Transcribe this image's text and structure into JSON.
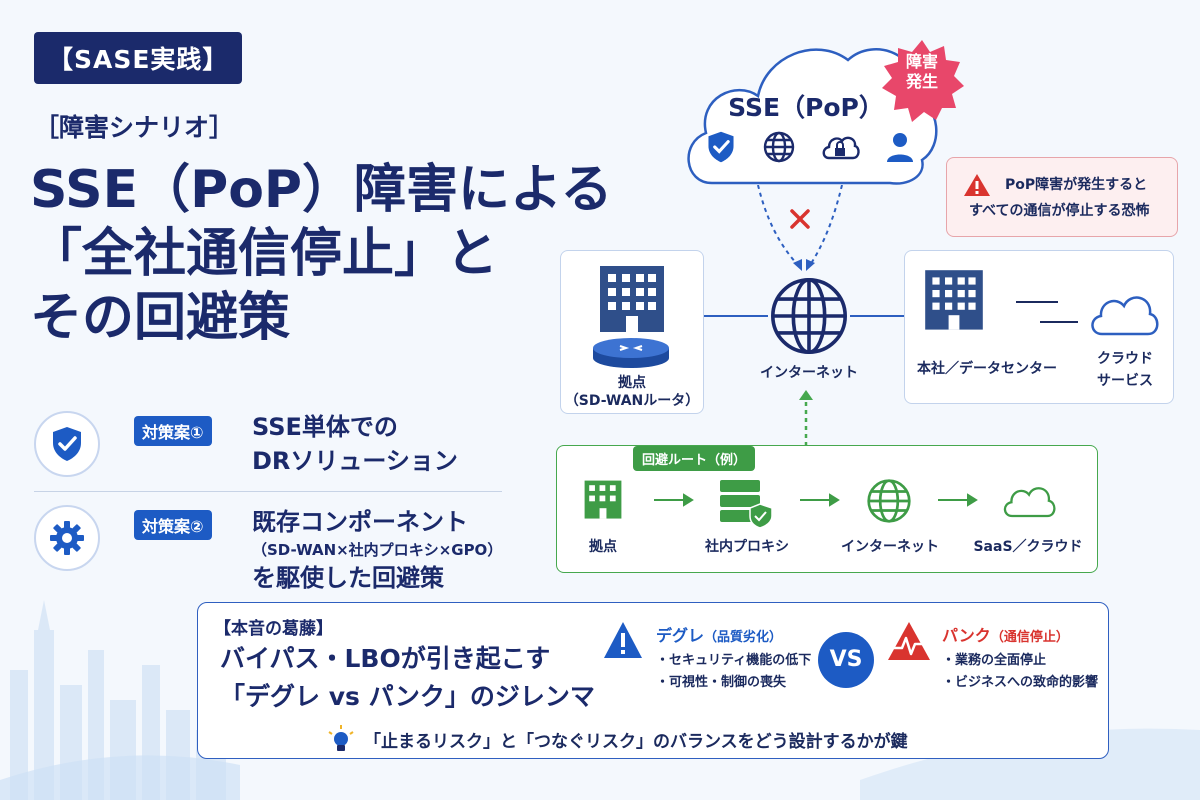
{
  "header": {
    "badge": "【SASE実践】",
    "scenario": "［障害シナリオ］",
    "title_line1": "SSE（PoP）障害による",
    "title_line2": "「全社通信停止」と",
    "title_line3": "その回避策"
  },
  "measures": [
    {
      "tag": "対策案①",
      "line1": "SSE単体での",
      "line2": "DRソリューション",
      "icon": "shield-check-icon"
    },
    {
      "tag": "対策案②",
      "line1": "既存コンポーネント",
      "sub": "（SD-WAN×社内プロキシ×GPO）",
      "line2": "を駆使した回避策",
      "icon": "gear-icon"
    }
  ],
  "diagram": {
    "cloud_title": "SSE（PoP）",
    "cloud_icons": [
      "shield-check-icon",
      "globe-icon",
      "cloud-lock-icon",
      "user-icon"
    ],
    "burst_line1": "障害",
    "burst_line2": "発生",
    "warning_line1": "PoP障害が発生すると",
    "warning_line2": "すべての通信が停止する恐怖",
    "site_label1": "拠点",
    "site_label2": "（SD-WANルータ）",
    "internet_label": "インターネット",
    "hq_label": "本社／データセンター",
    "cloud_service_label1": "クラウド",
    "cloud_service_label2": "サービス",
    "route_tag": "回避ルート（例）",
    "route_steps": [
      "拠点",
      "社内プロキシ",
      "インターネット",
      "SaaS／クラウド"
    ]
  },
  "bottom": {
    "tag": "【本音の葛藤】",
    "line1": "バイパス・LBOが引き起こす",
    "line2": "「デグレ vs パンク」のジレンマ",
    "degrade_title": "デグレ",
    "degrade_sub": "（品質劣化）",
    "degrade_items": [
      "・セキュリティ機能の低下",
      "・可視性・制御の喪失"
    ],
    "vs": "VS",
    "punk_title": "パンク",
    "punk_sub": "（通信停止）",
    "punk_items": [
      "・業務の全面停止",
      "・ビジネスへの致命的影響"
    ],
    "key": "「止まるリスク」と「つなぐリスク」のバランスをどう設計するかが鍵"
  },
  "colors": {
    "navy": "#1b2a6b",
    "accent_blue": "#1d5bc4",
    "green": "#3e9c46",
    "red": "#d9342f",
    "burst_pink": "#e8476a"
  }
}
